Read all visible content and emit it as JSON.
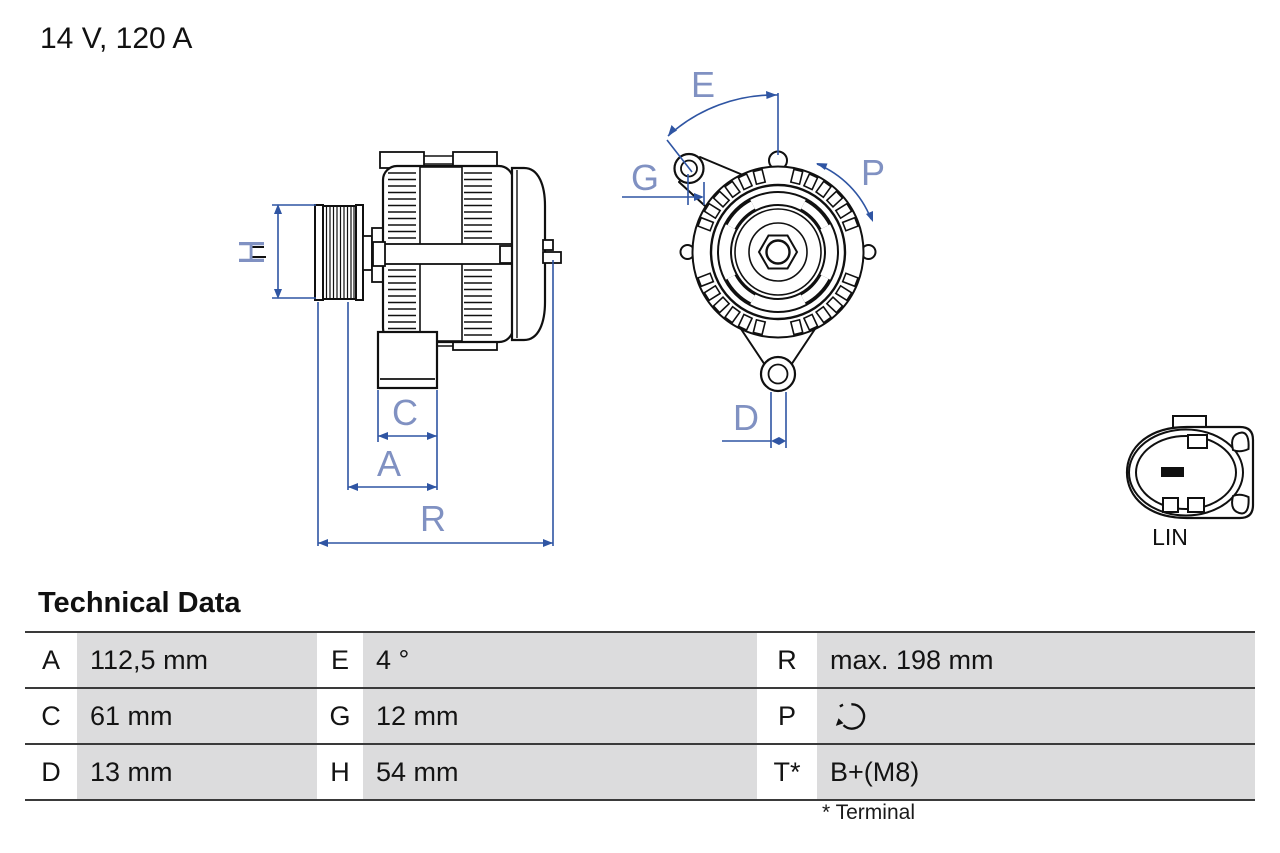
{
  "header": {
    "title": "14 V, 120 A"
  },
  "diagram": {
    "side_view": {
      "labels": {
        "H": "H",
        "C": "C",
        "A": "A",
        "R": "R"
      }
    },
    "front_view": {
      "labels": {
        "E": "E",
        "G": "G",
        "P": "P",
        "D": "D"
      }
    },
    "connector": {
      "label": "LIN"
    },
    "colors": {
      "drawing_line": "#101010",
      "dimension_line": "#2f55a3",
      "dimension_label": "#8091c2"
    }
  },
  "technical_data": {
    "heading": "Technical Data",
    "rows": [
      {
        "cells": [
          {
            "key": "A",
            "value": "112,5 mm"
          },
          {
            "key": "E",
            "value": "4 °"
          },
          {
            "key": "R",
            "value": "max. 198 mm"
          }
        ]
      },
      {
        "cells": [
          {
            "key": "C",
            "value": "61 mm"
          },
          {
            "key": "G",
            "value": "12 mm"
          },
          {
            "key": "P",
            "value": "",
            "icon": "rotation-direction-icon"
          }
        ]
      },
      {
        "cells": [
          {
            "key": "D",
            "value": "13 mm"
          },
          {
            "key": "H",
            "value": "54 mm"
          },
          {
            "key": "T*",
            "value": "B+(M8)"
          }
        ]
      }
    ],
    "footnote": "* Terminal"
  }
}
